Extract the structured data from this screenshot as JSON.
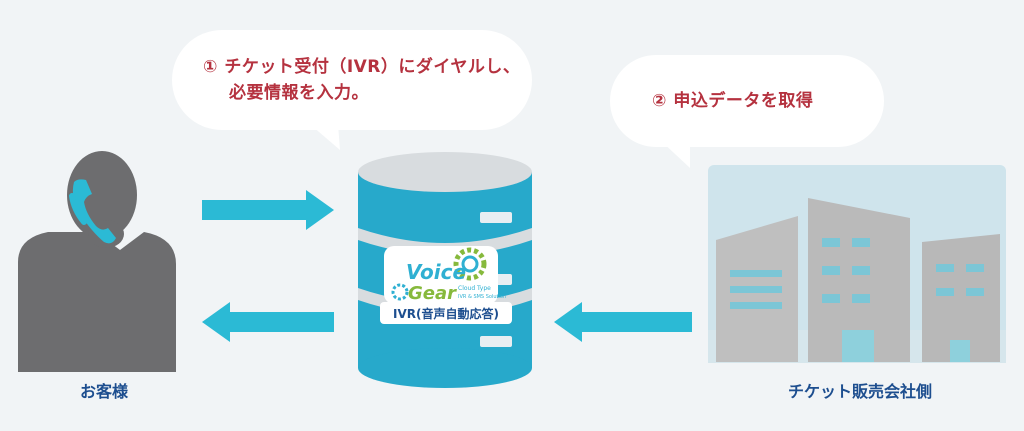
{
  "bubbles": {
    "step1": {
      "number": "①",
      "line1": "チケット受付（IVR）にダイヤルし、",
      "line2": "必要情報を入力。"
    },
    "step2": {
      "number": "②",
      "line1": "申込データを取得"
    }
  },
  "server": {
    "label": "IVR(音声自動応答)",
    "logo": {
      "word1": "Voice",
      "word2": "Gear",
      "tagline1": "Cloud Type",
      "tagline2": "IVR & SMS Solution"
    }
  },
  "captions": {
    "customer": "お客様",
    "company": "チケット販売会社側"
  },
  "colors": {
    "accent_text": "#b5323f",
    "caption_text": "#1d4e8f",
    "arrow": "#2bbad5",
    "server_body": "#27a9cb",
    "person": "#6e6e70"
  }
}
